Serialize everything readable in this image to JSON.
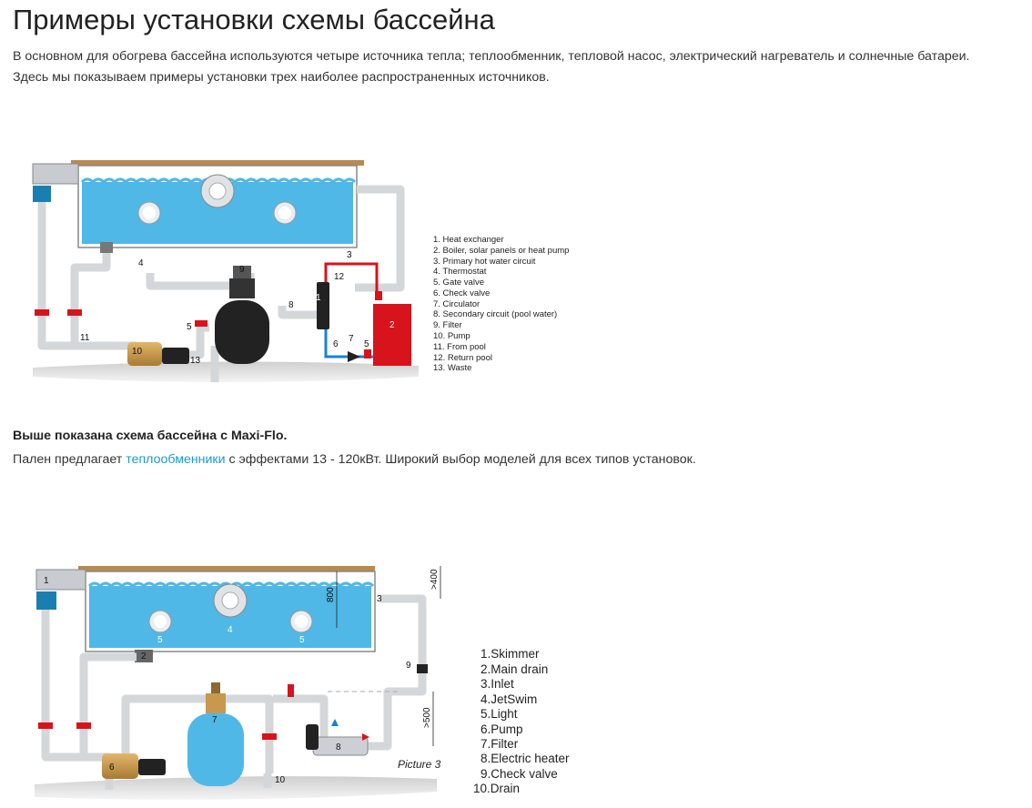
{
  "page": {
    "title": "Примеры установки схемы бассейна",
    "intro_line1": "В основном для обогрева бассейна используются четыре источника тепла; теплообменник, тепловой насос, электрический нагреватель и солнечные батареи.",
    "intro_line2": "Здесь мы показываем примеры установки трех наиболее распространенных источников.",
    "caption_bold": "Выше показана схема бассейна с Maxi-Flo.",
    "caption_pre": "Пален предлагает ",
    "caption_link": "теплообменники",
    "caption_post": " с эффектами 13 - 120кВт. Широкий выбор моделей для всех типов установок."
  },
  "colors": {
    "link": "#1a9ccf",
    "water": "#4fb8e6",
    "pipe": "#d4d7da",
    "boiler": "#d7131b",
    "filter_dark": "#222222",
    "filter_blue": "#4fb8e6",
    "pump": "#c8984e"
  },
  "diagram1": {
    "legend": [
      "1.  Heat exchanger",
      "2. Boiler, solar panels or heat pump",
      "3. Primary hot water circuit",
      "4. Thermostat",
      "5. Gate valve",
      "6. Check valve",
      "7. Circulator",
      "8. Secondary circuit (pool water)",
      "9. Filter",
      "10. Pump",
      "11. From pool",
      "12. Return pool",
      "13. Waste"
    ],
    "markers": {
      "n1": "1",
      "n2": "2",
      "n3": "3",
      "n4": "4",
      "n5a": "5",
      "n5b": "5",
      "n6": "6",
      "n7": "7",
      "n8": "8",
      "n9": "9",
      "n10": "10",
      "n11": "11",
      "n12": "12",
      "n13": "13"
    }
  },
  "diagram2": {
    "legend": [
      "1.Skimmer",
      "2.Main drain",
      "3.Inlet",
      "4.JetSwim",
      "5.Light",
      "6.Pump",
      "7.Filter",
      "8.Electric heater",
      "9.Check valve",
      "10.Drain"
    ],
    "markers": {
      "n1": "1",
      "n2": "2",
      "n3": "3",
      "n4": "4",
      "n5a": "5",
      "n5b": "5",
      "n6": "6",
      "n7": "7",
      "n8": "8",
      "n9": "9",
      "n10": "10"
    },
    "picture_label": "Picture 3",
    "dims": {
      "d400": ">400",
      "d800": "800",
      "d500": ">500"
    }
  }
}
